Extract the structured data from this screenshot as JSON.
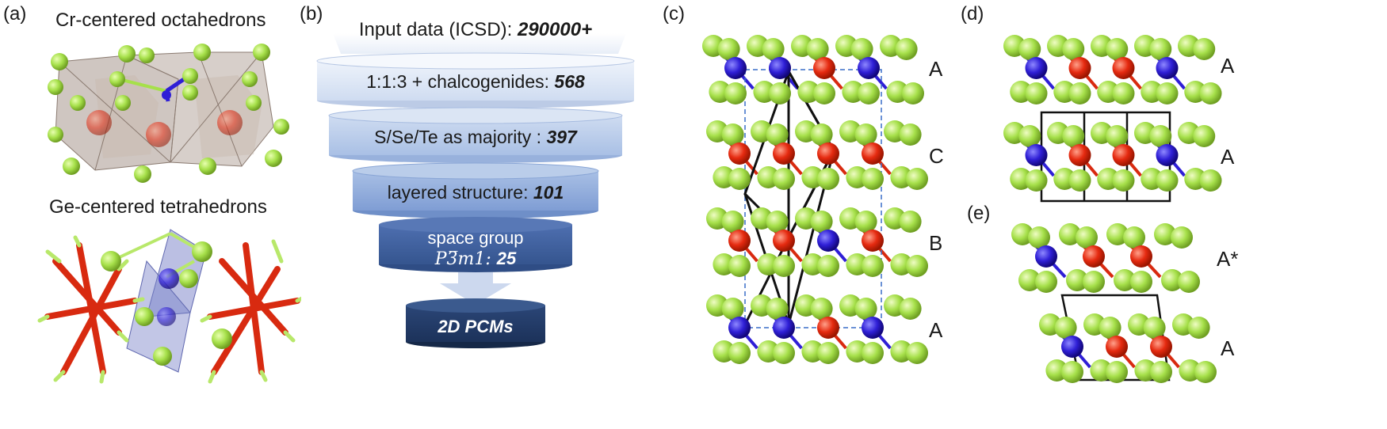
{
  "panels": {
    "a": {
      "label": "(a)",
      "top_title": "Cr-centered octahedrons",
      "bottom_title": "Ge-centered tetrahedrons"
    },
    "b": {
      "label": "(b)",
      "funnel": [
        {
          "text": "Input data (ICSD): ",
          "value": "290000+"
        },
        {
          "text": "1:1:3 + chalcogenides: ",
          "value": "568"
        },
        {
          "text": "S/Se/Te as majority : ",
          "value": "397"
        },
        {
          "text": "layered structure: ",
          "value": "101"
        },
        {
          "text": "space group",
          "formula": "P3̅m1: ",
          "value": "25"
        },
        {
          "text": "",
          "value": "2D PCMs"
        }
      ]
    },
    "c": {
      "label": "(c)",
      "stacking": [
        "A",
        "C",
        "B",
        "A"
      ]
    },
    "d": {
      "label": "(d)",
      "stacking": [
        "A",
        "A"
      ]
    },
    "e": {
      "label": "(e)",
      "stacking": [
        "A*",
        "A"
      ]
    }
  },
  "colors": {
    "chalcogen": "#a6e04a",
    "chromium": "#2f1fd6",
    "germanium": "#e52a10",
    "bond_red": "#d82a10",
    "bond_green": "#b8e86a",
    "octa_face": "#a8988e",
    "tetra_face": "#7880c8",
    "funnel_light": "#dce8f6",
    "funnel_mid": "#8fabd8",
    "funnel_dark": "#3d5f9c",
    "funnel_darkest": "#1f3a66",
    "cell_dash": "#3a6ec8"
  }
}
